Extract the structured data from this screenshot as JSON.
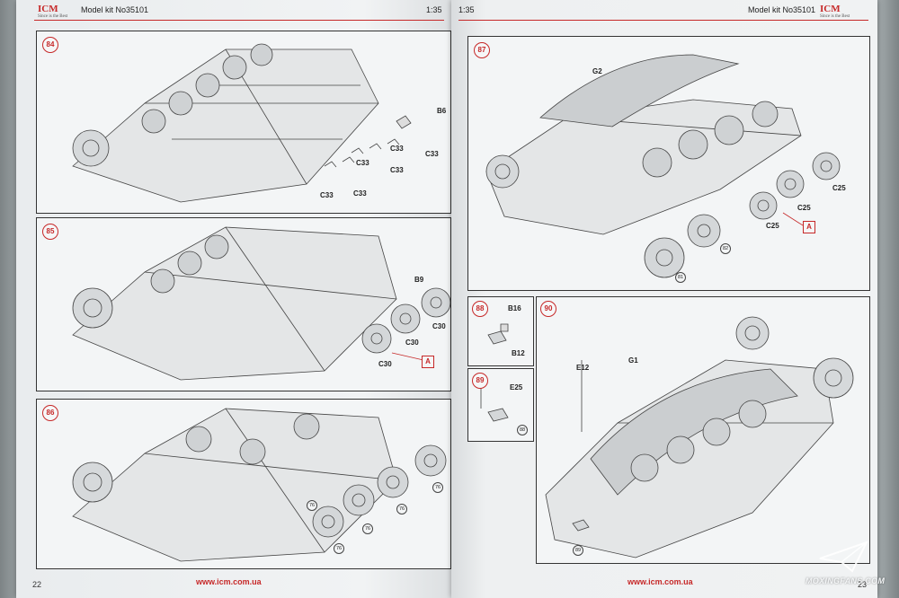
{
  "left_page": {
    "header_scale": "1:35",
    "header_title": "Model kit No35101",
    "logo": "ICM",
    "logo_tagline": "Since is the Best",
    "page_number": "22",
    "url": "www.icm.com.ua",
    "steps": [
      {
        "number": "84",
        "labels": [
          "B6",
          "C33",
          "C33",
          "C33",
          "C33",
          "C33",
          "C33"
        ]
      },
      {
        "number": "85",
        "labels": [
          "B9",
          "C30",
          "C30",
          "C30"
        ],
        "ref": "A"
      },
      {
        "number": "86",
        "labels": [
          "76",
          "76",
          "76",
          "76",
          "76"
        ]
      }
    ]
  },
  "right_page": {
    "header_scale": "1:35",
    "header_title": "Model kit No35101",
    "logo": "ICM",
    "logo_tagline": "Since is the Best",
    "page_number": "23",
    "url": "www.icm.com.ua",
    "steps": [
      {
        "number": "87",
        "labels": [
          "G2",
          "C25",
          "C25",
          "C25"
        ],
        "ref": "A",
        "subs": [
          "82",
          "81"
        ]
      },
      {
        "number": "88",
        "labels": [
          "B16",
          "B12"
        ]
      },
      {
        "number": "89",
        "labels": [
          "E25"
        ],
        "subs": [
          "88"
        ]
      },
      {
        "number": "90",
        "labels": [
          "E12",
          "G1"
        ],
        "subs": [
          "89"
        ]
      }
    ]
  },
  "watermark": "MOXINGFANS.COM"
}
